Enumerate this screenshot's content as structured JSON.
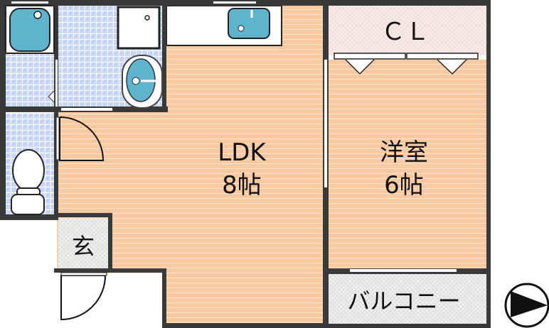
{
  "rooms": {
    "ldk": {
      "name": "LDK",
      "size": "8帖"
    },
    "western": {
      "name": "洋室",
      "size": "6帖"
    },
    "closet": {
      "name": "ＣＬ"
    },
    "entrance": {
      "name": "玄"
    },
    "balcony": {
      "name": "バルコニー"
    }
  },
  "colors": {
    "wall": "#3a3a3a",
    "floor_wood": "#f8c9a0",
    "tile": "#c8d8f4",
    "fixture_blue": "#5fb3cc",
    "closet": "#f2dede",
    "balcony": "#dcdcdc"
  },
  "compass": {
    "direction": "east"
  }
}
